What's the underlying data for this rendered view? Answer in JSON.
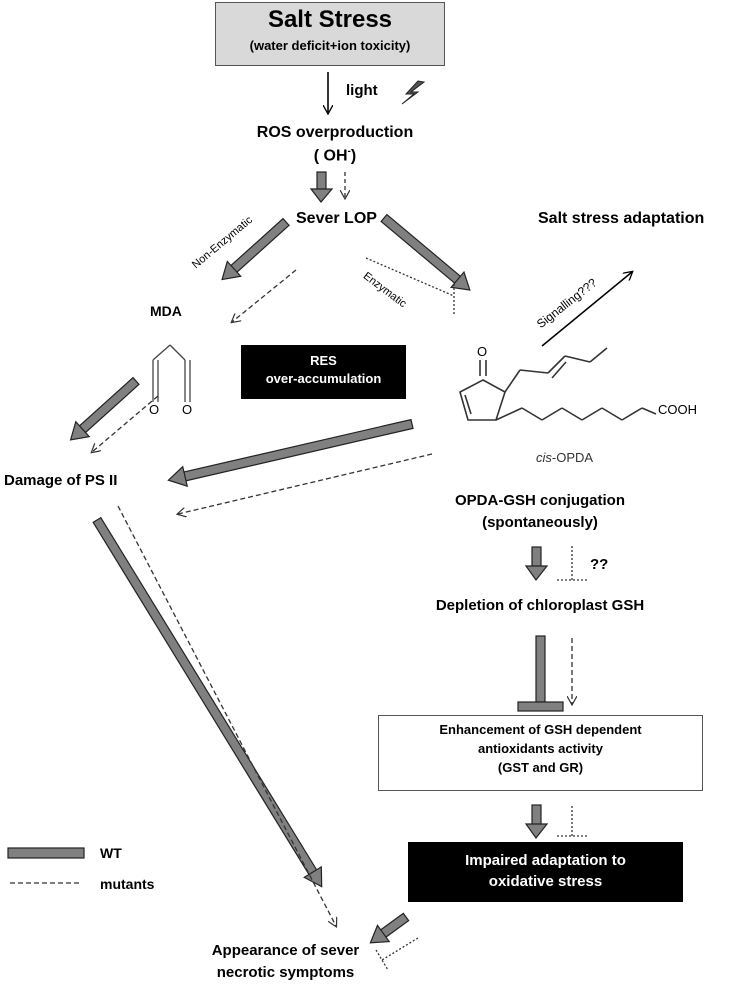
{
  "nodes": {
    "salt_title": "Salt Stress",
    "salt_sub": "(water deficit+ion toxicity)",
    "light": "light",
    "ros": "ROS overproduction",
    "oh": "( OH",
    "oh_sup": "-",
    "oh_close": ")",
    "lop": "Sever LOP",
    "salt_adapt": "Salt stress adaptation",
    "non_enzymatic": "Non-Enzymatic",
    "enzymatic": "Enzymatic",
    "mda": "MDA",
    "signalling": "Signalling???",
    "res_line1": "RES",
    "res_line2": "over-accumulation",
    "cooh": "COOH",
    "opda_label_italic": "cis",
    "opda_label_rest": "-OPDA",
    "damage": "Damage of PS II",
    "conjugation_line1": "OPDA-GSH conjugation",
    "conjugation_line2": "(spontaneously)",
    "qq": "??",
    "depletion": "Depletion of chloroplast GSH",
    "enh_line1": "Enhancement of GSH dependent",
    "enh_line2": "antioxidants activity",
    "enh_line3": "(GST and GR)",
    "impaired_line1": "Impaired adaptation to",
    "impaired_line2": "oxidative stress",
    "appearance_line1": "Appearance of sever",
    "appearance_line2": "necrotic symptoms",
    "mda_o1": "O",
    "mda_o2": "O",
    "opda_o": "O"
  },
  "legend": {
    "wt": "WT",
    "mutants": "mutants"
  },
  "colors": {
    "thick_arrow_fill": "#808080",
    "box_fill": "#d9d9d9",
    "black_box": "#000000"
  }
}
